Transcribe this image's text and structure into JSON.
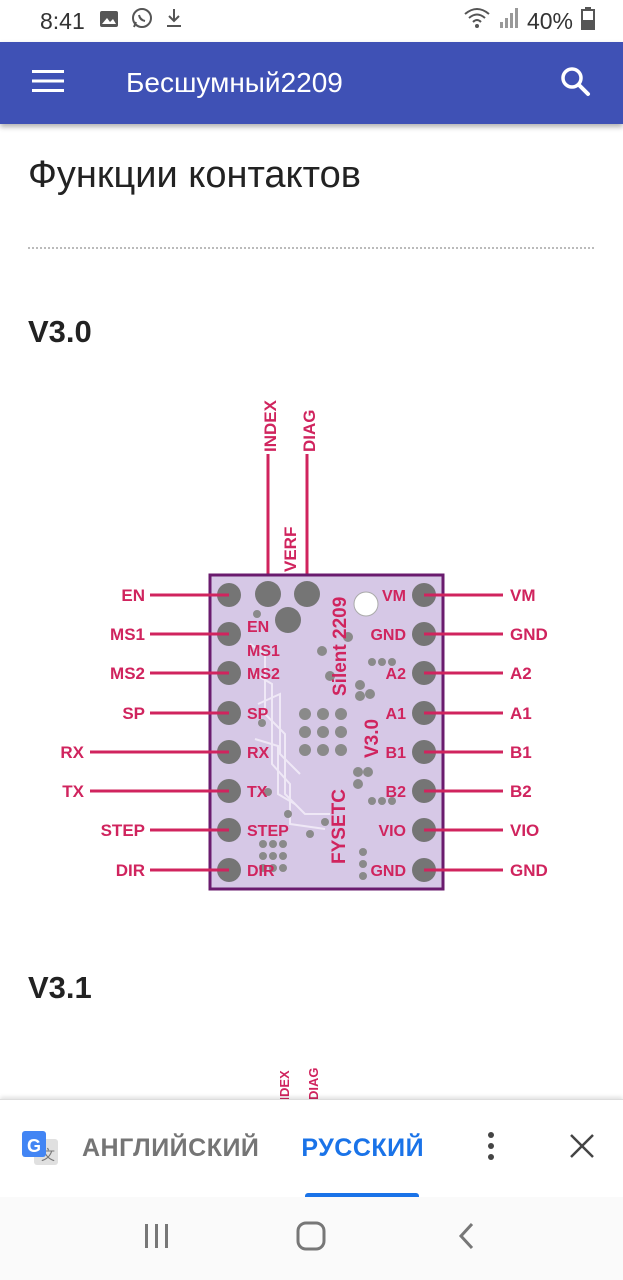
{
  "status_bar": {
    "time": "8:41",
    "battery": "40%",
    "icons": [
      "image-icon",
      "whatsapp-icon",
      "download-icon",
      "wifi-icon",
      "signal-icon",
      "battery-icon"
    ]
  },
  "app_bar": {
    "title": "Бесшумный2209",
    "icons": [
      "menu-icon",
      "search-icon"
    ]
  },
  "content": {
    "heading": "Функции контактов",
    "sections": [
      {
        "label": "V3.0"
      },
      {
        "label": "V3.1"
      }
    ]
  },
  "diagram_v30": {
    "board_label": "Silent 2209",
    "board_version": "V3.0",
    "board_brand": "FYSETC",
    "top_pins": [
      "INDEX",
      "DIAG",
      "VERF"
    ],
    "left_pins": [
      "EN",
      "MS1",
      "MS2",
      "SP",
      "RX",
      "TX",
      "STEP",
      "DIR"
    ],
    "right_pins": [
      "VM",
      "GND",
      "A2",
      "A1",
      "B1",
      "B2",
      "VIO",
      "GND"
    ],
    "colors": {
      "pin_label": "#d0245e",
      "board_fill": "#d6c8e6",
      "board_border": "#6a1b6e",
      "pin_pad": "#757575"
    }
  },
  "diagram_v31": {
    "top_pins": [
      "INDEX",
      "DIAG"
    ]
  },
  "translate_bar": {
    "source_lang": "АНГЛИЙСКИЙ",
    "target_lang": "РУССКИЙ",
    "icons": [
      "google-translate-icon",
      "more-vert-icon",
      "close-icon"
    ]
  },
  "nav_bar": {
    "icons": [
      "recents-icon",
      "home-icon",
      "back-icon"
    ]
  }
}
